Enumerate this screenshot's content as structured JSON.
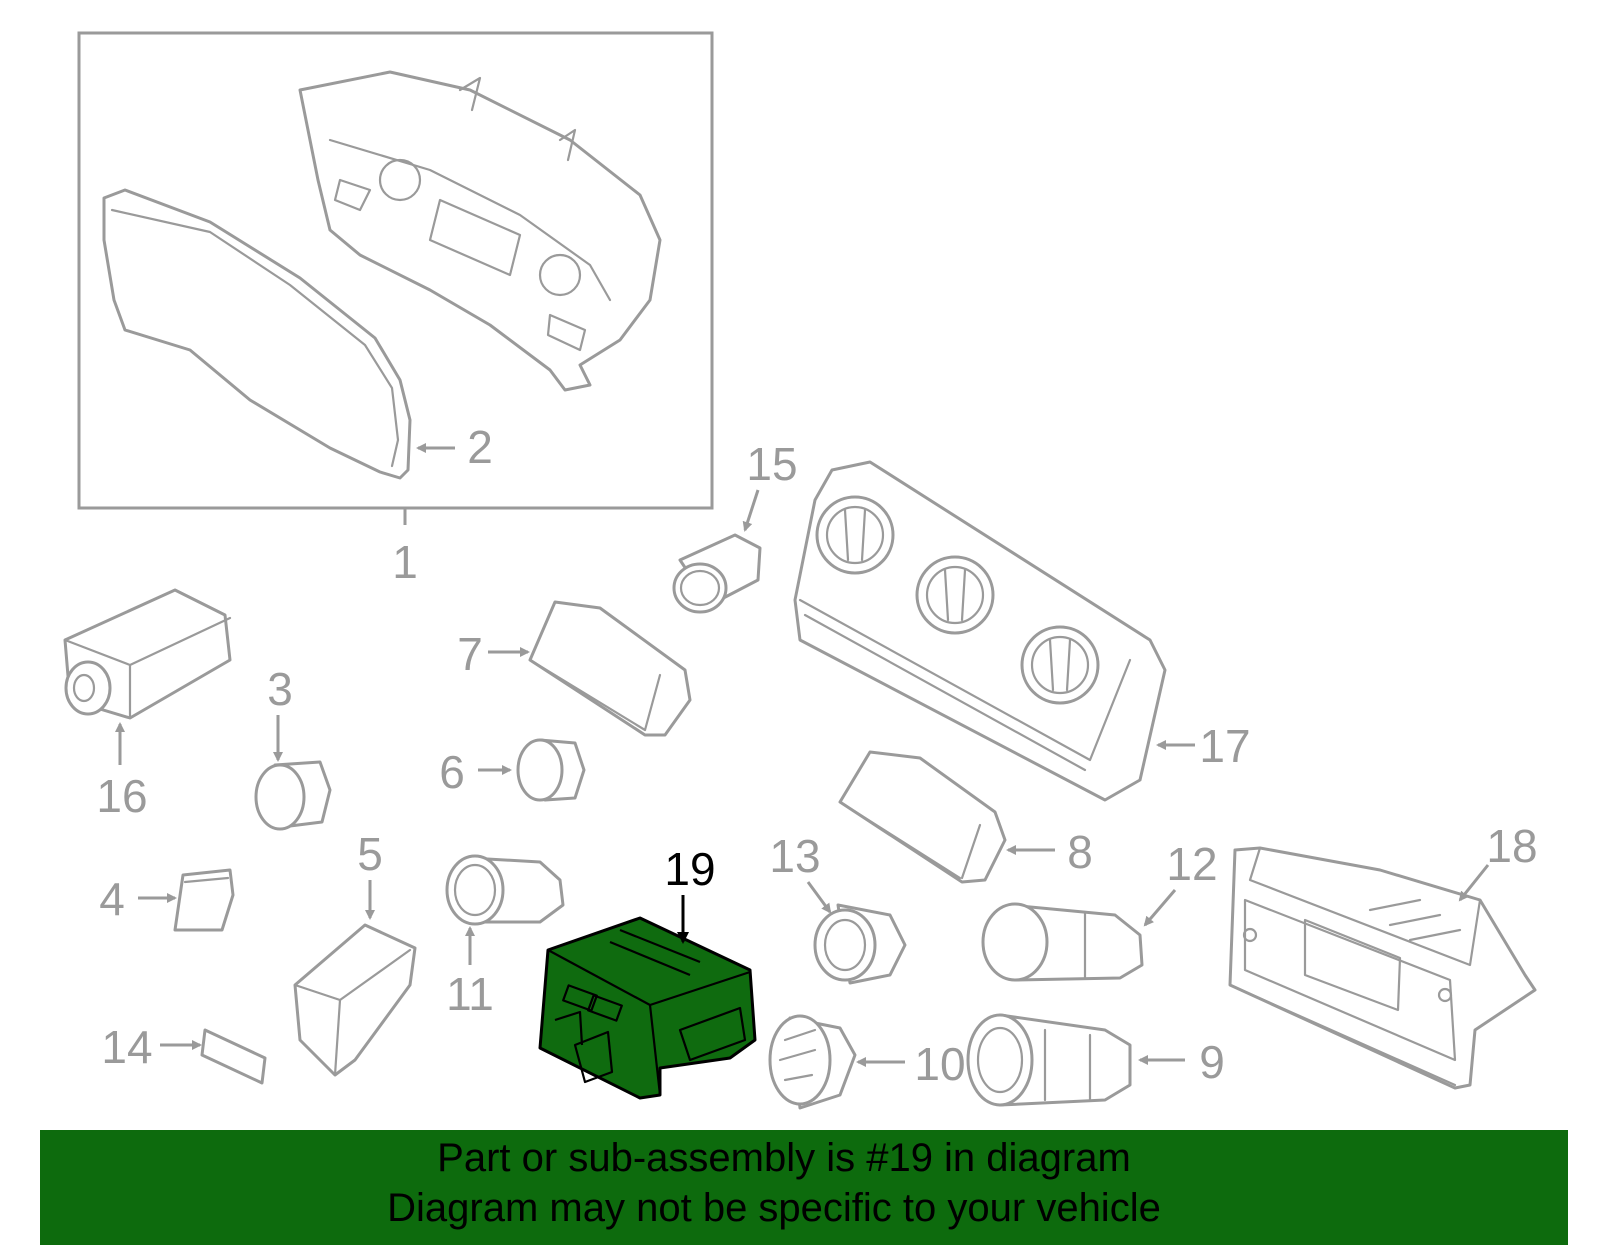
{
  "diagram": {
    "callouts": [
      "1",
      "2",
      "3",
      "4",
      "5",
      "6",
      "7",
      "8",
      "9",
      "10",
      "11",
      "12",
      "13",
      "14",
      "15",
      "16",
      "17",
      "18",
      "19"
    ],
    "highlighted_callout": "19"
  },
  "colors": {
    "line_art": "#9a9a9a",
    "highlight_fill": "#0f6b0f",
    "banner_bg": "#0d6b0d",
    "text": "#000000"
  },
  "banner": {
    "line1": "Part or sub-assembly is #19 in diagram",
    "line2": "Diagram may not be specific to your vehicle"
  }
}
